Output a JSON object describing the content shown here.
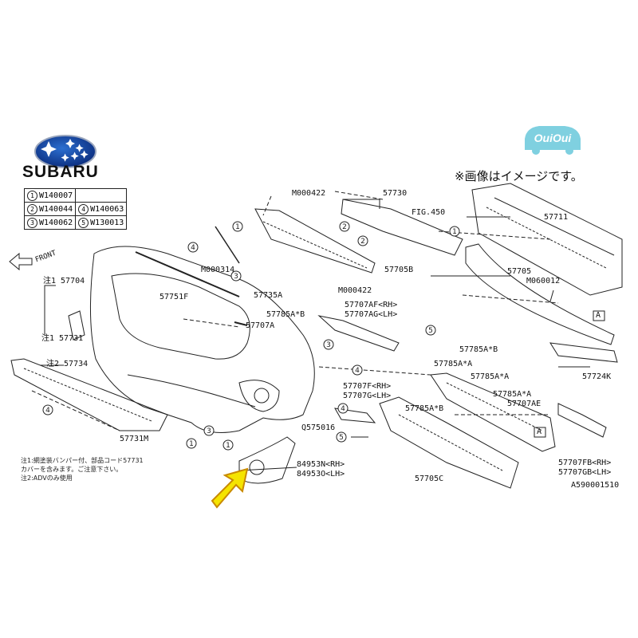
{
  "brand": {
    "name": "SUBARU",
    "logo_icon": "subaru-pleiades-logo"
  },
  "shop_badge": {
    "text": "OuiOui"
  },
  "notice": "※画像はイメージです。",
  "direction_label": "FRONT",
  "legend": [
    {
      "num": "1",
      "code": "W140007"
    },
    {
      "num": "2",
      "code": "W140044"
    },
    {
      "num": "3",
      "code": "W140062"
    },
    {
      "num": "4",
      "code": "W140063"
    },
    {
      "num": "5",
      "code": "W130013"
    }
  ],
  "notes": [
    "注1:網塗装バンパー付、部品コード57731",
    "カバーを含みます。ご注意下さい。",
    "注2:ADVのみ使用"
  ],
  "part_labels": {
    "p57704": "注1 57704",
    "p57731": "注1 57731",
    "p57734": "注2 57734",
    "p57731m": "57731M",
    "p57751f": "57751F",
    "m000314": "M000314",
    "p57707a": "57707A",
    "m000422_top": "M000422",
    "p57730": "57730",
    "fig450": "FIG.450",
    "p57705b": "57705B",
    "p57735a": "57735A",
    "m000422_mid": "M000422",
    "p57785a_b1": "57785A*B",
    "p57707af": "57707AF<RH>",
    "p57707ag": "57707AG<LH>",
    "p57785a_b2": "57785A*B",
    "p57785a_a1": "57785A*A",
    "p57785a_a2": "57785A*A",
    "p57785a_a3": "57785A*A",
    "p57707f": "57707F<RH>",
    "p57707g": "57707G<LH>",
    "p57785a_b3": "57785A*B",
    "p57707ae": "57707AE",
    "q575016": "Q575016",
    "p84953n": "84953N<RH>",
    "p84953o": "84953O<LH>",
    "p57705c": "57705C",
    "p57711": "57711",
    "p57705": "57705",
    "m060012": "M060012",
    "p57724k": "57724K",
    "p57707fb": "57707FB<RH>",
    "p57707gb": "57707GB<LH>",
    "diagram_no": "A590001510",
    "ref_a1": "A",
    "ref_a2": "A"
  },
  "callouts": [
    "1",
    "2",
    "3",
    "4",
    "5",
    "1",
    "2",
    "3",
    "4",
    "1",
    "5",
    "1",
    "3",
    "4",
    "4"
  ]
}
